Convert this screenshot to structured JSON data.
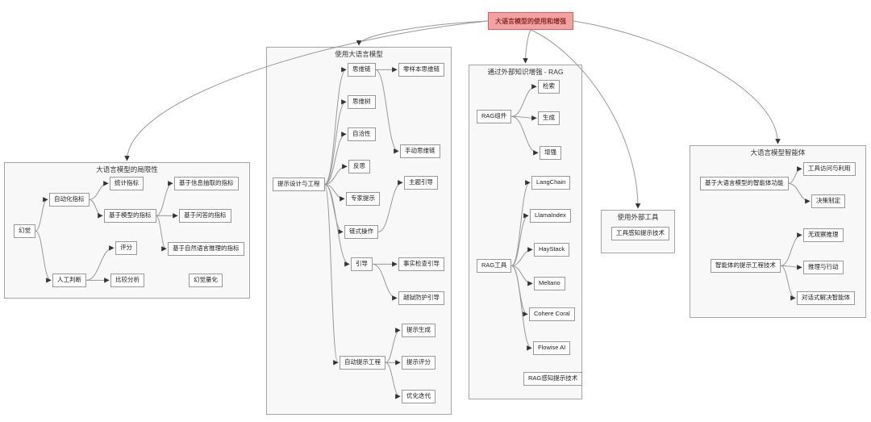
{
  "root": {
    "label": "大语言模型的使用和增强"
  },
  "groups": {
    "limitations": {
      "title": "大语言模型的局限性"
    },
    "usage": {
      "title": "使用大语言模型"
    },
    "rag": {
      "title": "通过外部知识增强 - RAG"
    },
    "tools": {
      "title": "使用外部工具"
    },
    "agents": {
      "title": "大语言模型智能体"
    }
  },
  "nodes": {
    "hallucination": {
      "label": "幻觉"
    },
    "auto_metrics": {
      "label": "自动化指标"
    },
    "stat_metrics": {
      "label": "统计指标"
    },
    "model_metrics": {
      "label": "基于模型的指标"
    },
    "ie_metrics": {
      "label": "基于信息抽取的指标"
    },
    "qa_metrics": {
      "label": "基于问答的指标"
    },
    "nli_metrics": {
      "label": "基于自然语言推理的指标"
    },
    "scoring": {
      "label": "评分"
    },
    "human_judgment": {
      "label": "人工判断"
    },
    "comparative_analysis": {
      "label": "比较分析"
    },
    "hallucination_quant": {
      "label": "幻觉量化"
    },
    "prompt_design": {
      "label": "提示设计与工程"
    },
    "cot": {
      "label": "思维链"
    },
    "zero_shot_cot": {
      "label": "零样本思维链"
    },
    "tot": {
      "label": "思维树"
    },
    "self_consistency": {
      "label": "自洽性"
    },
    "manual_cot": {
      "label": "手动思维链"
    },
    "reflection": {
      "label": "反思"
    },
    "expert_prompt": {
      "label": "专家提示"
    },
    "chaining": {
      "label": "链式操作"
    },
    "topic_rails": {
      "label": "主题引导"
    },
    "rails": {
      "label": "引导"
    },
    "fact_check_rails": {
      "label": "事实检查引导"
    },
    "jailbreak_rails": {
      "label": "越狱防护引导"
    },
    "ape": {
      "label": "自动提示工程"
    },
    "prompt_gen": {
      "label": "提示生成"
    },
    "prompt_scoring": {
      "label": "提示评分"
    },
    "opt_iteration": {
      "label": "优化迭代"
    },
    "rag_components": {
      "label": "RAG组件"
    },
    "retrieval": {
      "label": "检索"
    },
    "generation": {
      "label": "生成"
    },
    "augmentation": {
      "label": "增强"
    },
    "rag_tools": {
      "label": "RAG工具"
    },
    "langchain": {
      "label": "LangChain"
    },
    "llamaindex": {
      "label": "LlamaIndex"
    },
    "haystack": {
      "label": "HayStack"
    },
    "meltano": {
      "label": "Meltano"
    },
    "cohere_coral": {
      "label": "Cohere Coral"
    },
    "flowise": {
      "label": "Flowise AI"
    },
    "rag_aware_prompting": {
      "label": "RAG感知提示技术"
    },
    "tool_aware_prompting": {
      "label": "工具感知提示技术"
    },
    "agent_functions": {
      "label": "基于大语言模型的智能体功能"
    },
    "tool_access": {
      "label": "工具访问与利用"
    },
    "decision_making": {
      "label": "决策制定"
    },
    "agent_prompting": {
      "label": "智能体的提示工程技术"
    },
    "rewoo": {
      "label": "无观察推理"
    },
    "react": {
      "label": "推理与行动"
    },
    "dialog_agents": {
      "label": "对话式解决智能体"
    }
  },
  "edges": {
    "root_links": [
      "limitations",
      "usage",
      "rag",
      "tools",
      "agents"
    ],
    "node_links": [
      [
        "hallucination",
        "auto_metrics"
      ],
      [
        "hallucination",
        "human_judgment"
      ],
      [
        "auto_metrics",
        "stat_metrics"
      ],
      [
        "auto_metrics",
        "model_metrics"
      ],
      [
        "model_metrics",
        "ie_metrics"
      ],
      [
        "model_metrics",
        "qa_metrics"
      ],
      [
        "model_metrics",
        "nli_metrics"
      ],
      [
        "human_judgment",
        "scoring"
      ],
      [
        "human_judgment",
        "comparative_analysis"
      ],
      [
        "prompt_design",
        "cot"
      ],
      [
        "prompt_design",
        "tot"
      ],
      [
        "prompt_design",
        "self_consistency"
      ],
      [
        "prompt_design",
        "reflection"
      ],
      [
        "prompt_design",
        "expert_prompt"
      ],
      [
        "prompt_design",
        "chaining"
      ],
      [
        "prompt_design",
        "rails"
      ],
      [
        "prompt_design",
        "ape"
      ],
      [
        "cot",
        "zero_shot_cot"
      ],
      [
        "cot",
        "manual_cot"
      ],
      [
        "chaining",
        "topic_rails"
      ],
      [
        "rails",
        "fact_check_rails"
      ],
      [
        "rails",
        "jailbreak_rails"
      ],
      [
        "ape",
        "prompt_gen"
      ],
      [
        "ape",
        "prompt_scoring"
      ],
      [
        "ape",
        "opt_iteration"
      ],
      [
        "rag_components",
        "retrieval"
      ],
      [
        "rag_components",
        "generation"
      ],
      [
        "rag_components",
        "augmentation"
      ],
      [
        "rag_tools",
        "langchain"
      ],
      [
        "rag_tools",
        "llamaindex"
      ],
      [
        "rag_tools",
        "haystack"
      ],
      [
        "rag_tools",
        "meltano"
      ],
      [
        "rag_tools",
        "cohere_coral"
      ],
      [
        "rag_tools",
        "flowise"
      ],
      [
        "agent_functions",
        "tool_access"
      ],
      [
        "agent_functions",
        "decision_making"
      ],
      [
        "agent_prompting",
        "rewoo"
      ],
      [
        "agent_prompting",
        "react"
      ],
      [
        "agent_prompting",
        "dialog_agents"
      ]
    ]
  },
  "colors": {
    "root_fill": "#f2a2a2",
    "root_border": "#e05c5c",
    "root_text": "#8f2b2b",
    "node_fill": "#ffffff",
    "node_border": "#999999",
    "group_fill": "#f8f8f8",
    "group_border": "#a5a5a5",
    "edge": "#999999",
    "arrow": "#333333"
  }
}
